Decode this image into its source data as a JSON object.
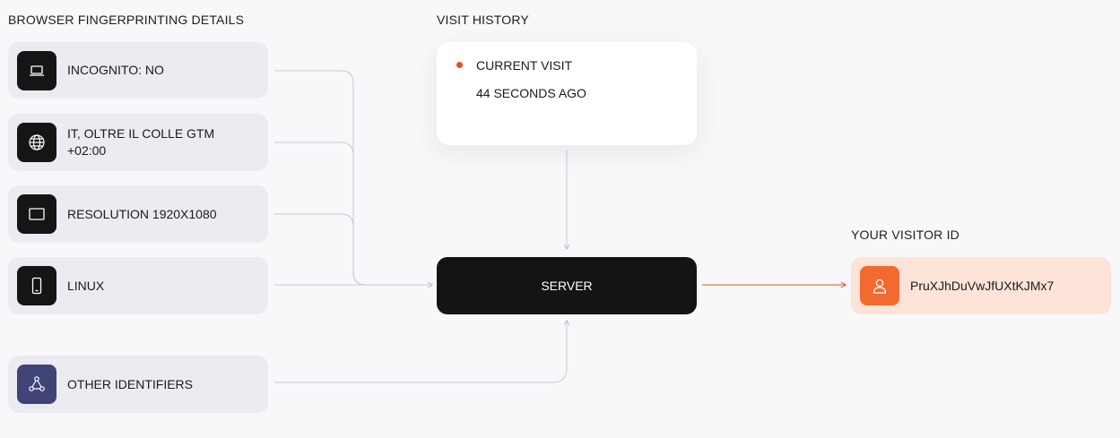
{
  "sections": {
    "fingerprint_title": "BROWSER FINGERPRINTING DETAILS",
    "history_title": "VISIT HISTORY",
    "visitor_title": "YOUR VISITOR ID"
  },
  "fingerprint_items": [
    {
      "label": "INCOGNITO: NO",
      "icon": "laptop-icon"
    },
    {
      "label": "IT, OLTRE IL COLLE GTM\n+02:00",
      "icon": "globe-icon"
    },
    {
      "label": "RESOLUTION 1920X1080",
      "icon": "monitor-icon"
    },
    {
      "label": "LINUX",
      "icon": "phone-icon"
    },
    {
      "label": "OTHER IDENTIFIERS",
      "icon": "nodes-icon"
    }
  ],
  "visit_history": {
    "status": "CURRENT VISIT",
    "time": "44 SECONDS AGO"
  },
  "server": {
    "label": "SERVER"
  },
  "visitor": {
    "id": "PruXJhDuVwJfUXtKJMx7",
    "icon": "user-icon"
  },
  "colors": {
    "accent": "#f26a30",
    "dot": "#e8501e",
    "dark": "#141414",
    "other_icon_bg": "#3f4474",
    "visitor_bg": "#fde3d8",
    "wire": "#c8c8d4"
  }
}
